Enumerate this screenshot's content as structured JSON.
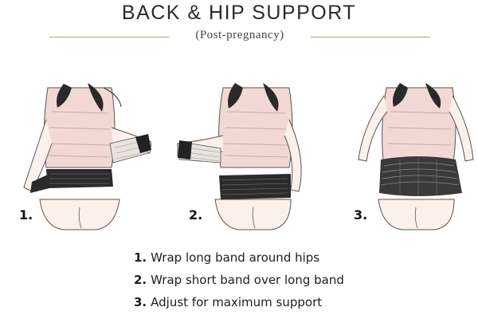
{
  "header": {
    "title": "BACK & HIP SUPPORT",
    "subtitle": "(Post-pregnancy)"
  },
  "panels": [
    {
      "number": "1."
    },
    {
      "number": "2."
    },
    {
      "number": "3."
    }
  ],
  "steps": [
    {
      "number": "1.",
      "text": "Wrap long band around hips"
    },
    {
      "number": "2.",
      "text": "Wrap short band over long band"
    },
    {
      "number": "3.",
      "text": "Adjust for maximum support"
    }
  ],
  "colors": {
    "skin": "#fbf1ea",
    "shirt": "#f2d8d4",
    "band": "#2b2b2b",
    "rule": "#b8a074",
    "ink": "#1e1e1e"
  }
}
